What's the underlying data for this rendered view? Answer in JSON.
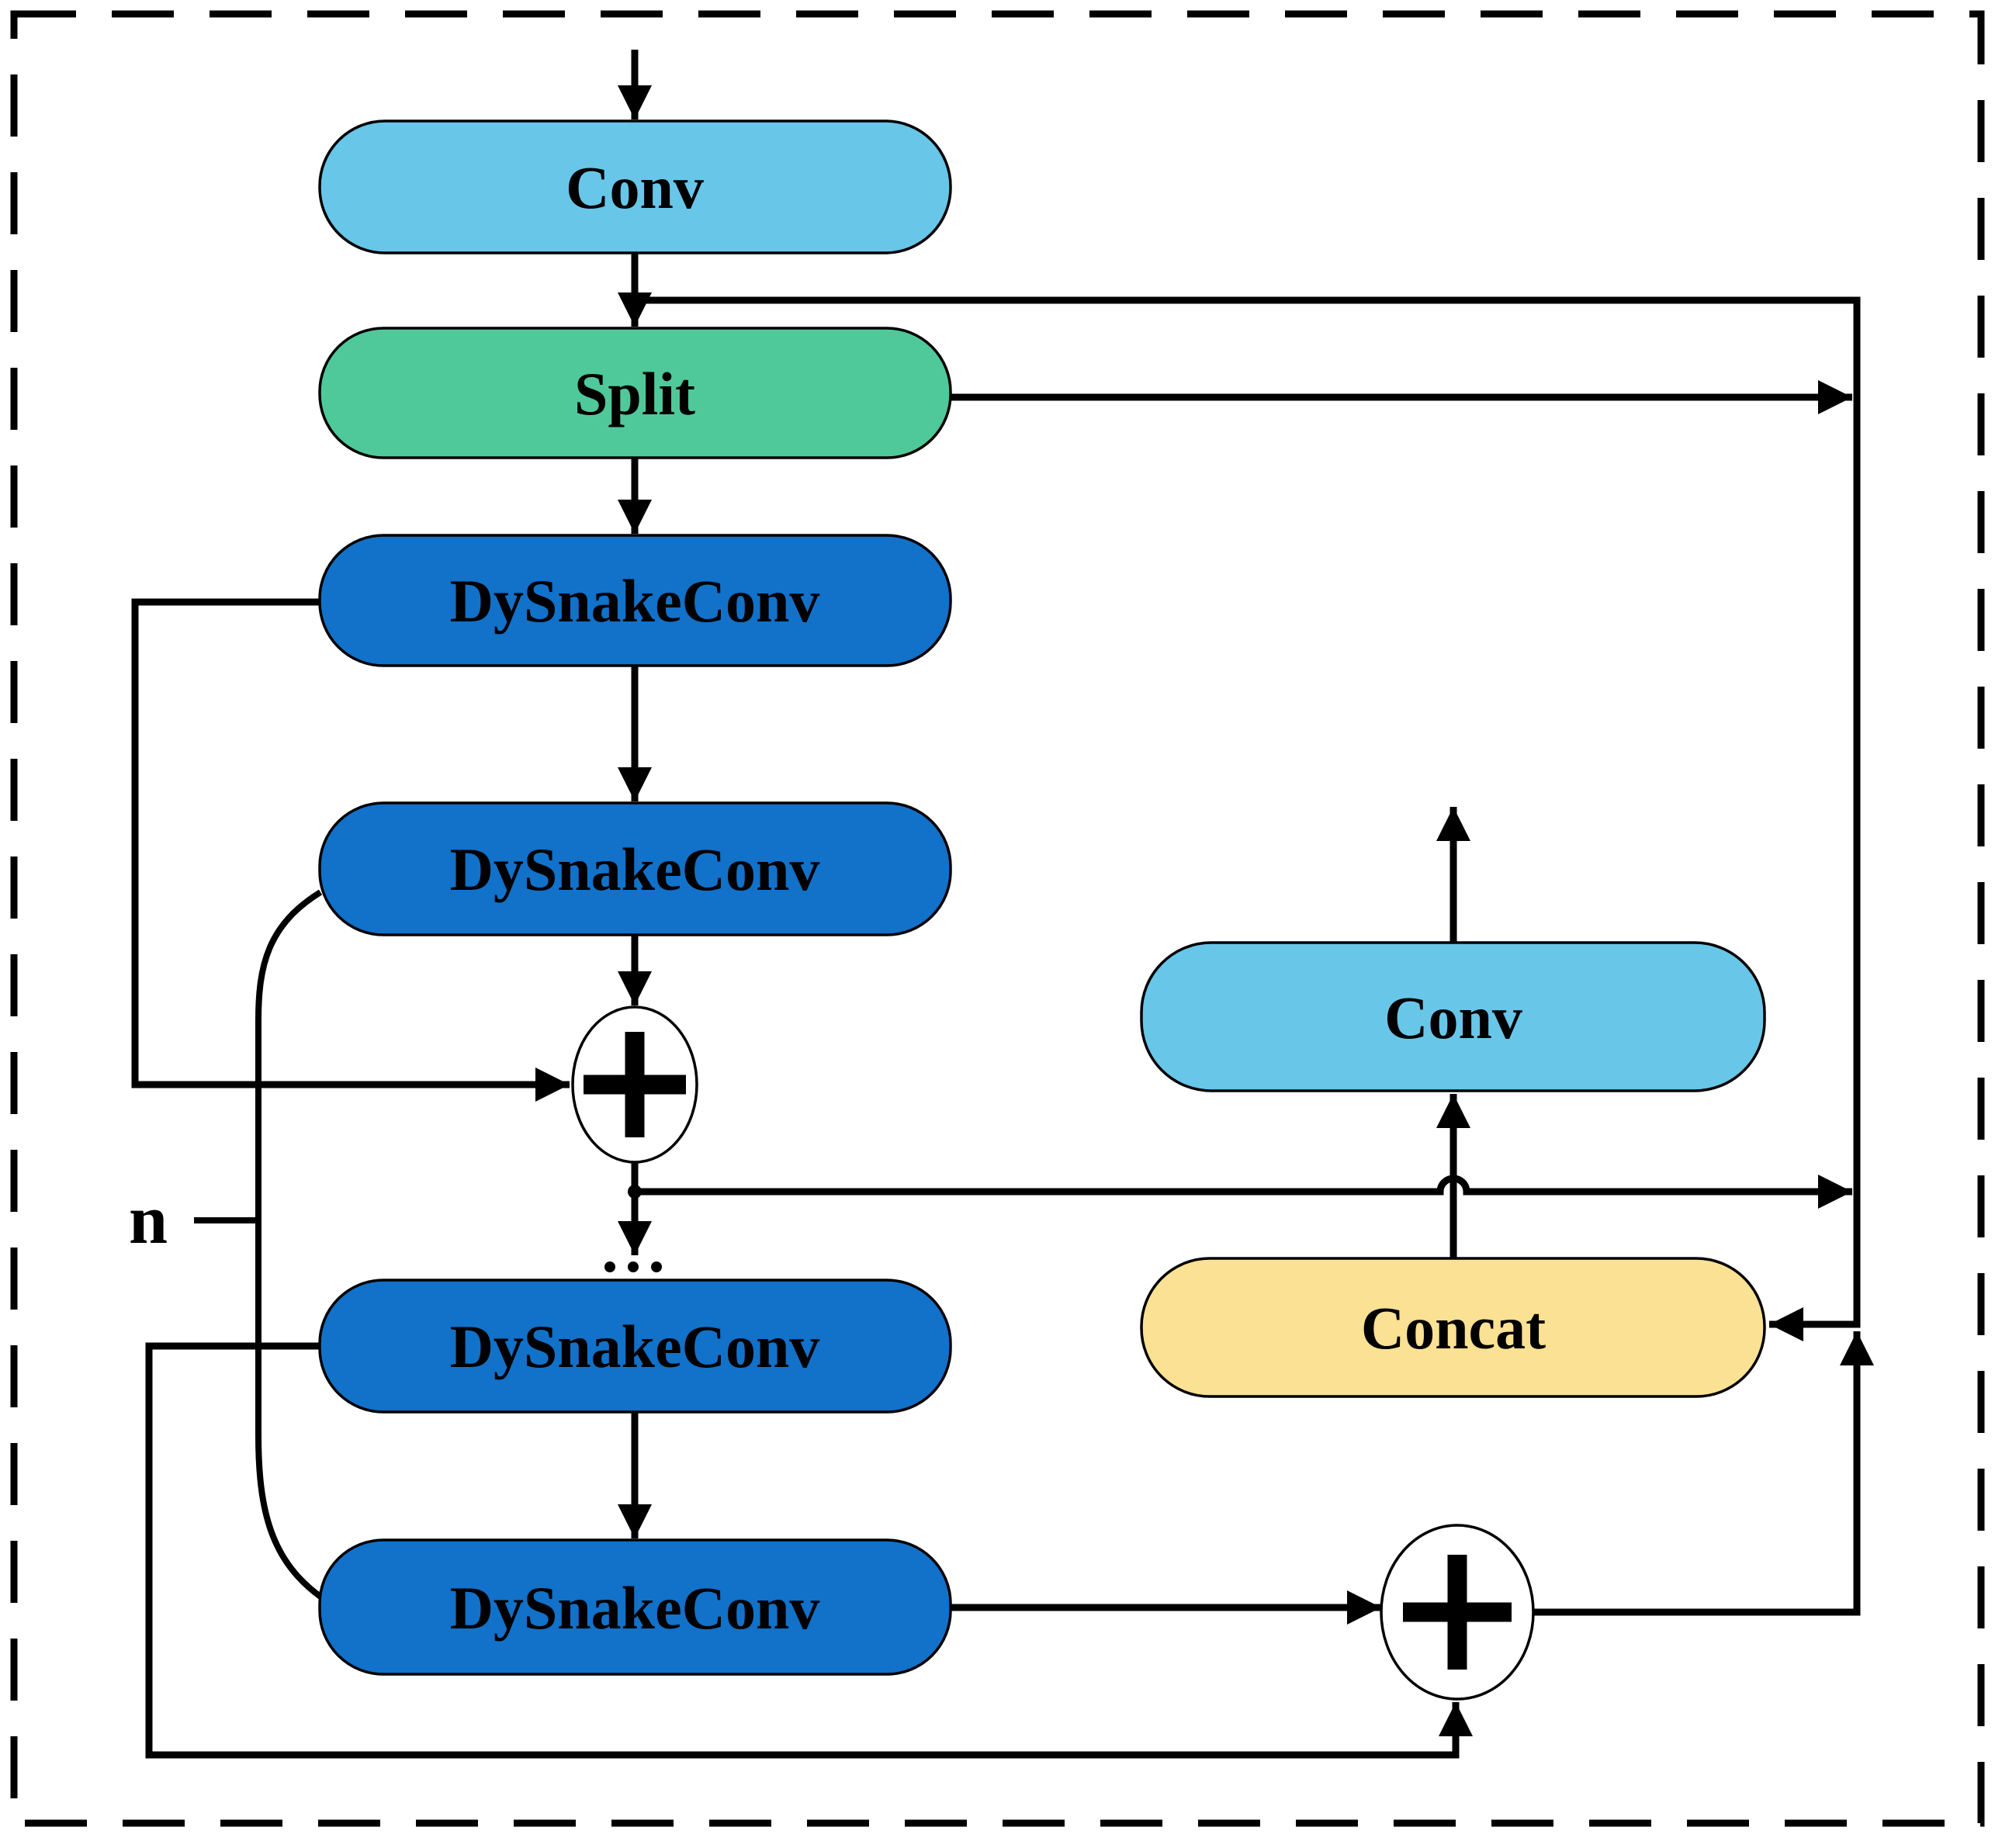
{
  "diagram": {
    "nodes": [
      {
        "id": "conv-top",
        "label": "Conv",
        "fill": "#68C6E9"
      },
      {
        "id": "split",
        "label": "Split",
        "fill": "#50C99A"
      },
      {
        "id": "dysnakeconv-1",
        "label": "DySnakeConv",
        "fill": "#1271C9"
      },
      {
        "id": "dysnakeconv-2",
        "label": "DySnakeConv",
        "fill": "#1271C9"
      },
      {
        "id": "dysnakeconv-3",
        "label": "DySnakeConv",
        "fill": "#1271C9"
      },
      {
        "id": "dysnakeconv-4",
        "label": "DySnakeConv",
        "fill": "#1271C9"
      },
      {
        "id": "conv-right",
        "label": "Conv",
        "fill": "#68C6E9"
      },
      {
        "id": "concat",
        "label": "Concat",
        "fill": "#FAE193"
      }
    ],
    "operators": {
      "add_symbol": "+"
    },
    "annotations": {
      "repeat_label": "n",
      "ellipsis": "···"
    },
    "colors": {
      "background": "#FFFFFF",
      "line": "#000000",
      "box_outline": "#000000"
    }
  }
}
